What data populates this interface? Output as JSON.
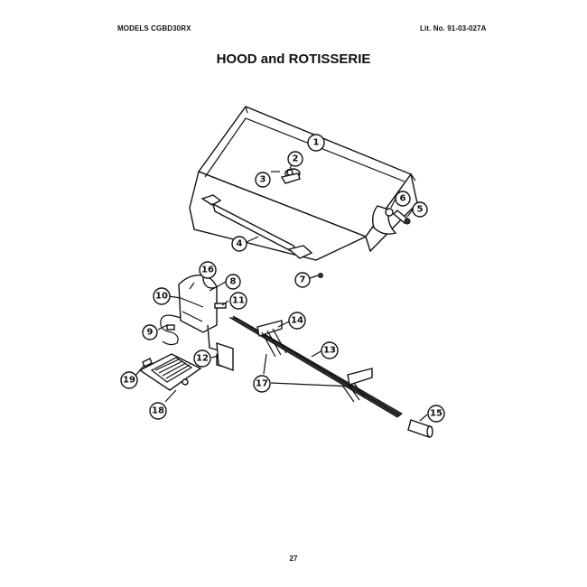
{
  "header": {
    "models": "MODELS CGBD30RX",
    "lit_no": "Lit. No. 91-03-027A"
  },
  "title": "HOOD and ROTISSERIE",
  "page_number": "27",
  "callouts": {
    "c1": "1",
    "c2": "2",
    "c3": "3",
    "c4": "4",
    "c5": "5",
    "c6": "6",
    "c7": "7",
    "c8": "8",
    "c9": "9",
    "c10": "10",
    "c11": "11",
    "c12": "12",
    "c13": "13",
    "c14": "14",
    "c15": "15",
    "c16": "16",
    "c17": "17",
    "c18": "18",
    "c19": "19"
  }
}
